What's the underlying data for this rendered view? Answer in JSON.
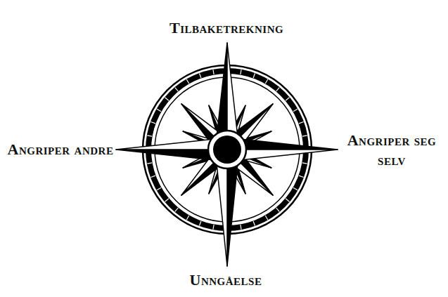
{
  "diagram": {
    "labels": [
      "Tilbaketrekning",
      "Angriper andre",
      "Angriper seg selv",
      "Unngåelse"
    ]
  }
}
